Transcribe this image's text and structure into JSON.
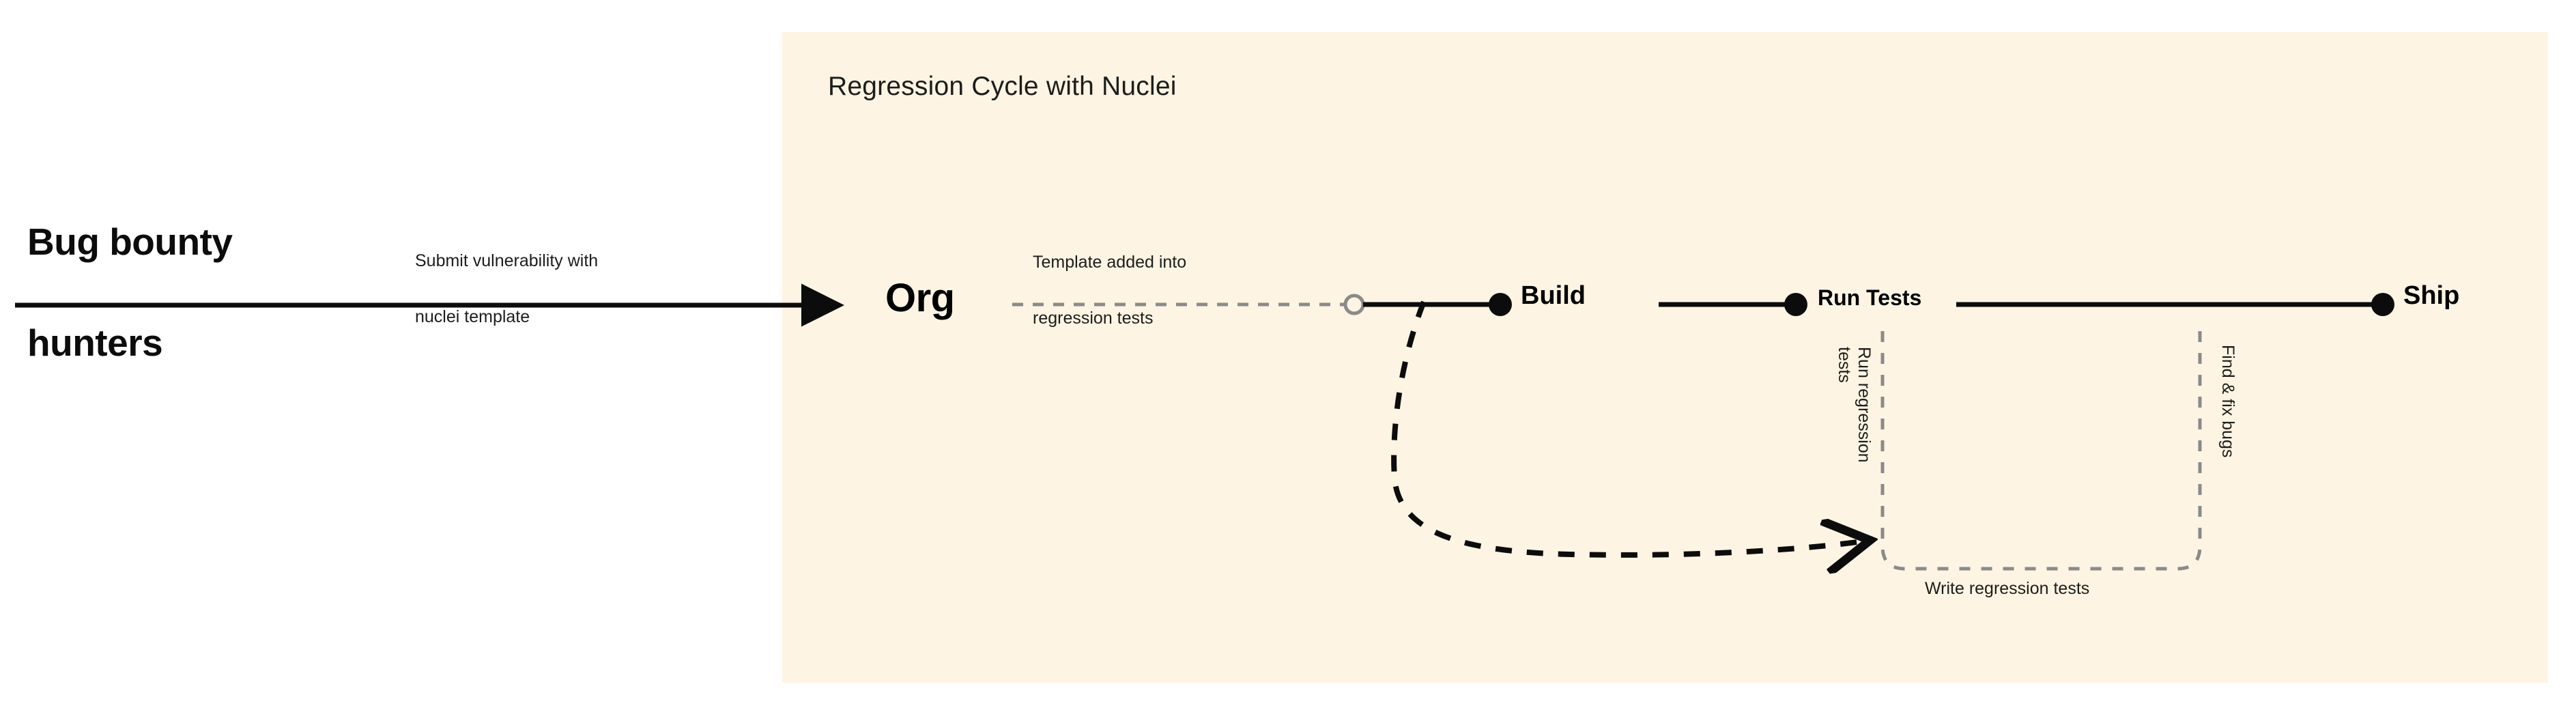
{
  "panel": {
    "title": "Regression Cycle with Nuclei",
    "background_color": "#fdf4e3"
  },
  "actor": {
    "line1": "Bug bounty",
    "line2": "hunters"
  },
  "edges": {
    "submit": {
      "line1": "Submit vulnerability with",
      "line2": "nuclei template"
    },
    "template_added": {
      "line1": "Template added into",
      "line2": "regression tests"
    },
    "run_regression": {
      "line1": "Run regression",
      "line2": "tests"
    },
    "find_fix": "Find & fix bugs"
  },
  "nodes": {
    "org": "Org",
    "build": "Build",
    "run_tests": "Run Tests",
    "ship": "Ship"
  },
  "box": {
    "caption": "Write regression tests"
  },
  "colors": {
    "panel_bg": "#fdf4e3",
    "ink": "#0c0c0c",
    "muted_gray": "#8a8a8a",
    "page_bg": "#ffffff"
  }
}
